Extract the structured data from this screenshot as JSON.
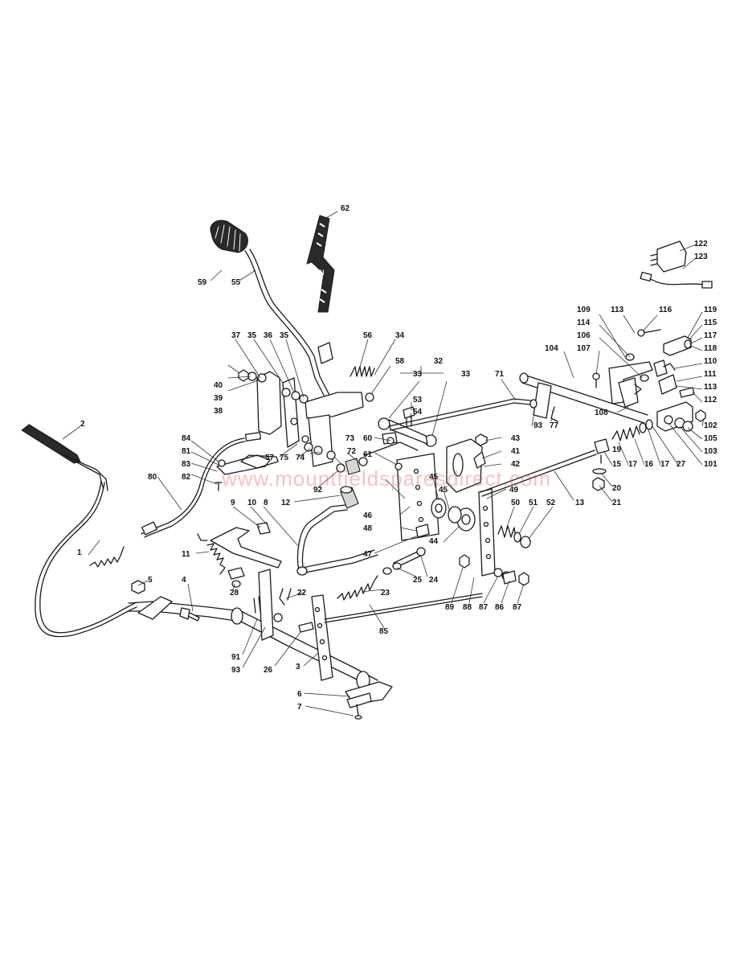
{
  "watermark": "www.mountfieldsparesdirect.com",
  "colors": {
    "line": "#1a1a1a",
    "watermark": "#dc5050"
  },
  "labels": [
    "1",
    "2",
    "3",
    "4",
    "5",
    "6",
    "7",
    "8",
    "9",
    "10",
    "11",
    "12",
    "13",
    "15",
    "16",
    "17",
    "17",
    "19",
    "20",
    "21",
    "22",
    "23",
    "24",
    "25",
    "26",
    "27",
    "28",
    "32",
    "33",
    "33",
    "34",
    "35",
    "35",
    "36",
    "37",
    "38",
    "39",
    "40",
    "41",
    "42",
    "43",
    "44",
    "45",
    "45",
    "46",
    "47",
    "48",
    "49",
    "50",
    "51",
    "52",
    "53",
    "54",
    "55",
    "56",
    "57",
    "58",
    "59",
    "60",
    "61",
    "62",
    "71",
    "72",
    "73",
    "74",
    "75",
    "77",
    "80",
    "81",
    "82",
    "83",
    "84",
    "85",
    "86",
    "87",
    "87",
    "88",
    "89",
    "91",
    "92",
    "93",
    "93",
    "101",
    "102",
    "103",
    "104",
    "105",
    "106",
    "107",
    "108",
    "109",
    "110",
    "111",
    "112",
    "113",
    "113",
    "114",
    "115",
    "116",
    "117",
    "118",
    "119",
    "122",
    "123"
  ]
}
